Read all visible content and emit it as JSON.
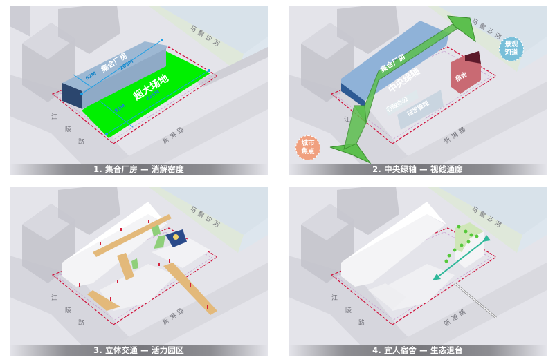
{
  "panels": [
    {
      "id": 1,
      "caption": "1. 集合厂房 — 消解密度",
      "labels": {
        "factory": "集合厂房",
        "site": "超大场地",
        "factory_width": "62M",
        "factory_length": "203M",
        "site_width": "91M",
        "site_length": "225M"
      },
      "colors": {
        "factory": "#93afcc",
        "site": "#00ff00",
        "dimension": "#1ea0e6",
        "boundary": "#d0103a"
      }
    },
    {
      "id": 2,
      "caption": "2. 中央绿轴 — 视线通廊",
      "labels": {
        "factory": "集合厂房",
        "axis": "中央绿轴",
        "admin": "行政办公",
        "rnd": "研发管理",
        "dorm": "宿舍",
        "river_bubble_l1": "景观",
        "river_bubble_l2": "河道",
        "city_bubble_l1": "城市",
        "city_bubble_l2": "焦点"
      },
      "colors": {
        "factory": "#8aaed3",
        "axis": "#52b848",
        "dorm": "#c9656f",
        "river_bubble": "#78bfd9",
        "city_bubble": "#f0a07f"
      }
    },
    {
      "id": 3,
      "caption": "3. 立体交通 — 活力园区",
      "colors": {
        "walkway": "#e3b97a",
        "markers": "#d4203a",
        "green": "#8fcf7a"
      }
    },
    {
      "id": 4,
      "caption": "4. 宜人宿舍 — 生态退台",
      "colors": {
        "trees": "#55c83a",
        "arrow": "#2fb89a"
      }
    }
  ],
  "roads": {
    "river": "马鬃沙河",
    "west": [
      "江",
      "陵",
      "路"
    ],
    "south": "新港路"
  }
}
